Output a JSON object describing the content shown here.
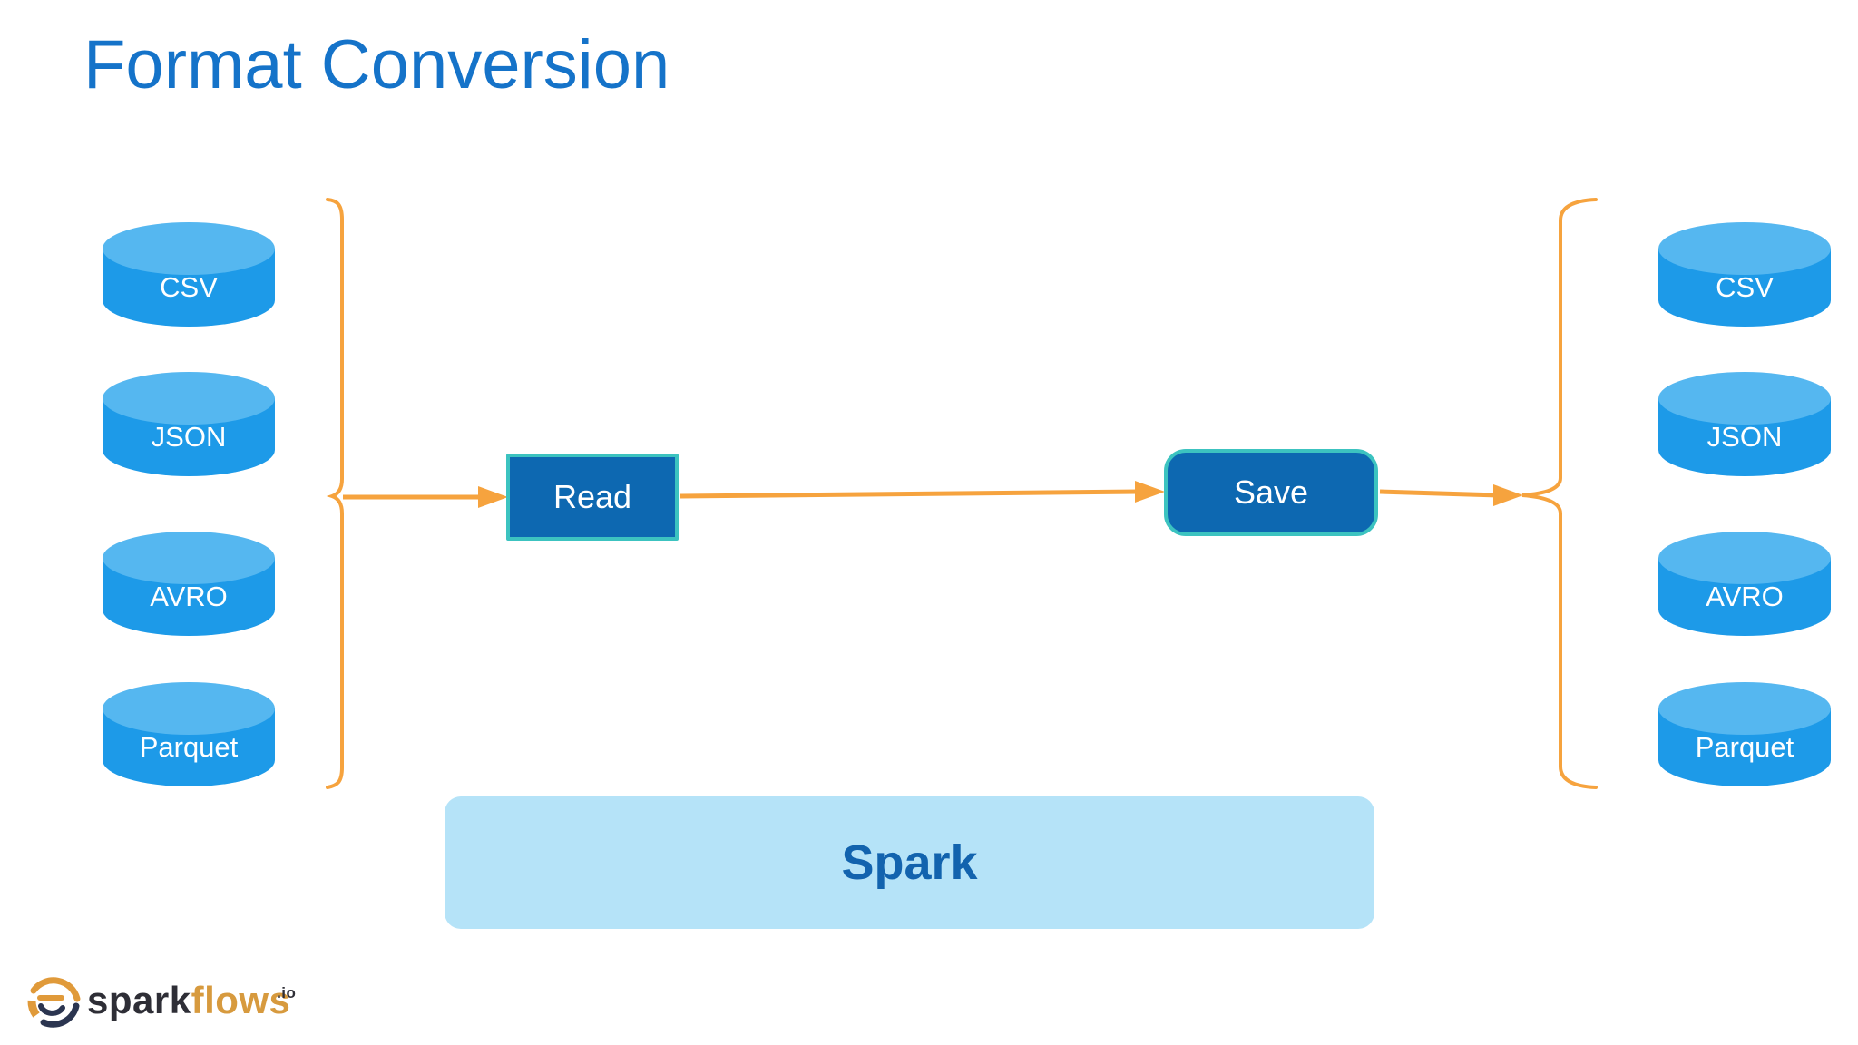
{
  "title": "Format Conversion",
  "colors": {
    "title_blue": "#1573c9",
    "cylinder_body": "#1d9ae8",
    "cylinder_top": "#55b7f0",
    "node_fill": "#0d68b1",
    "node_border_teal": "#3cc3c0",
    "arrow_orange": "#f6a33e",
    "platform_fill": "#b5e3f8",
    "platform_text": "#1263ae"
  },
  "stacks": {
    "left": {
      "items": [
        {
          "label": "CSV"
        },
        {
          "label": "JSON"
        },
        {
          "label": "AVRO"
        },
        {
          "label": "Parquet"
        }
      ]
    },
    "right": {
      "items": [
        {
          "label": "CSV"
        },
        {
          "label": "JSON"
        },
        {
          "label": "AVRO"
        },
        {
          "label": "Parquet"
        }
      ]
    }
  },
  "nodes": {
    "read": {
      "label": "Read"
    },
    "save": {
      "label": "Save"
    }
  },
  "flow": {
    "arrows": [
      {
        "from": "source-formats",
        "to": "read"
      },
      {
        "from": "read",
        "to": "save"
      },
      {
        "from": "save",
        "to": "target-formats"
      }
    ]
  },
  "platform": {
    "label": "Spark"
  },
  "logo": {
    "brand_prefix": "spark",
    "brand_suffix": "flows",
    "tld": ".io"
  }
}
